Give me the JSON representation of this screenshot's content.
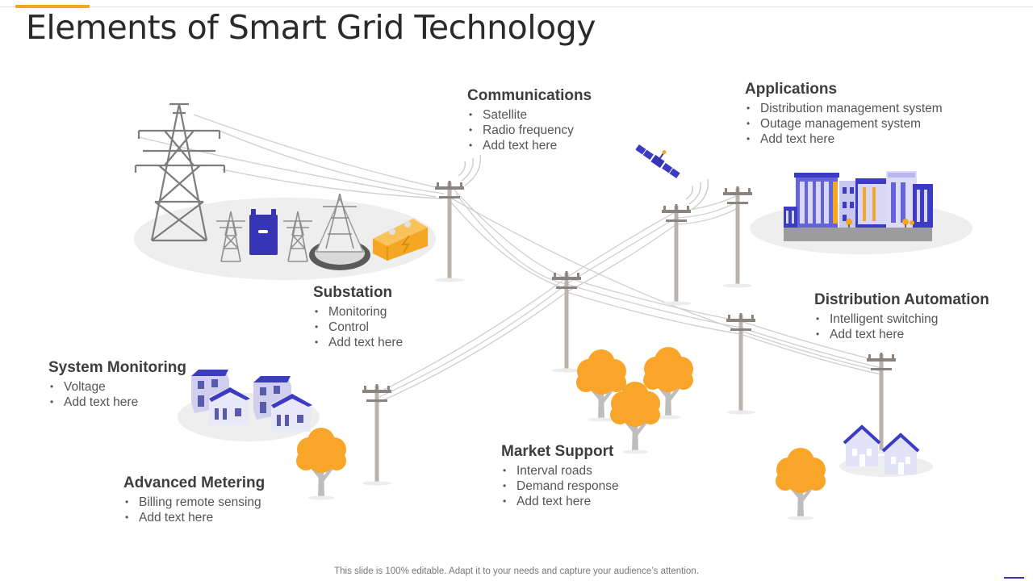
{
  "title": "Elements of Smart Grid Technology",
  "footer": "This slide is 100% editable. Adapt it to your needs and capture your audience’s attention.",
  "colors": {
    "accent": "#f5a623",
    "tree_foliage": "#f9a52a",
    "tree_trunk": "#bdbdbd",
    "building_blue": "#3b3bc4",
    "building_light": "#c7c7f0",
    "pole": "#b9b3ae",
    "ground_shadow": "#ececec"
  },
  "sections": {
    "communications": {
      "title": "Communications",
      "items": [
        "Satellite",
        "Radio frequency",
        "Add text here"
      ]
    },
    "applications": {
      "title": "Applications",
      "items": [
        "Distribution management system",
        "Outage management system",
        "Add text here"
      ]
    },
    "substation": {
      "title": "Substation",
      "items": [
        "Monitoring",
        "Control",
        "Add text here"
      ]
    },
    "distribution_automation": {
      "title": "Distribution Automation",
      "items": [
        "Intelligent  switching",
        "Add text here"
      ]
    },
    "system_monitoring": {
      "title": "System Monitoring",
      "items": [
        "Voltage",
        "Add text here"
      ]
    },
    "market_support": {
      "title": "Market Support",
      "items": [
        "Interval  roads",
        "Demand response",
        "Add text here"
      ]
    },
    "advanced_metering": {
      "title": "Advanced Metering",
      "items": [
        "Billing remote sensing",
        "Add text here"
      ]
    }
  },
  "icons": [
    "transmission-tower-icon",
    "substation-icon",
    "satellite-icon",
    "utility-pole-icon",
    "city-buildings-icon",
    "houses-icon",
    "tree-icon",
    "battery-icon",
    "radio-wave-icon"
  ]
}
